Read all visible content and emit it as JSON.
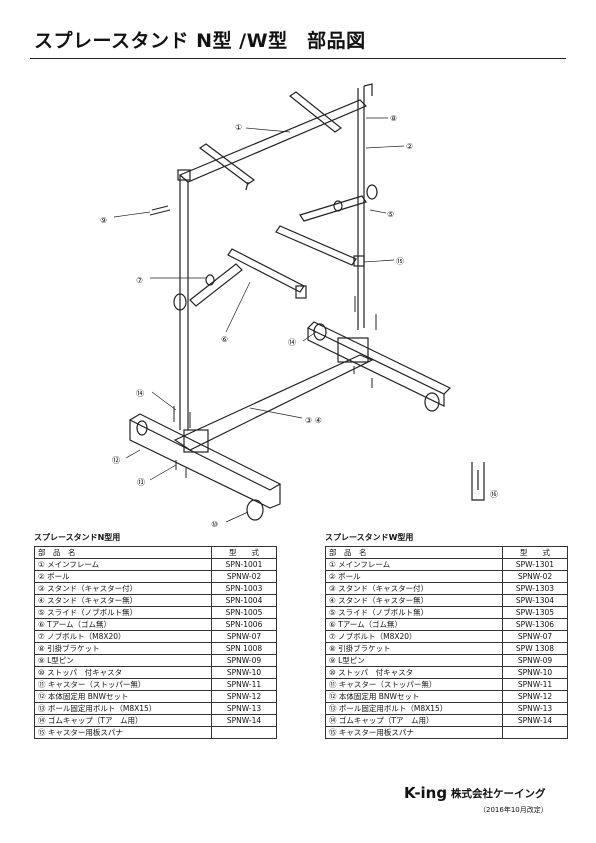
{
  "document": {
    "title": "スプレースタンド N型 /W型　部品図"
  },
  "drawing": {
    "callouts": [
      "①",
      "②",
      "③ ④",
      "⑤",
      "⑥",
      "⑦",
      "⑧",
      "⑨",
      "⑩",
      "⑪",
      "⑫",
      "⑬",
      "⑭",
      "⑮",
      "⑯"
    ]
  },
  "table_n": {
    "caption": "スプレースタンドN型用",
    "headers": [
      "部　品　名",
      "型　　式"
    ],
    "rows": [
      {
        "name": "① メインフレーム",
        "code": "SPN-1001"
      },
      {
        "name": "② ポール",
        "code": "SPNW-02"
      },
      {
        "name": "③ スタンド（キャスター付）",
        "code": "SPN-1003"
      },
      {
        "name": "④ スタンド（キャスター無）",
        "code": "SPN-1004"
      },
      {
        "name": "⑤ スライド（ノブボルト無）",
        "code": "SPN-1005"
      },
      {
        "name": "⑥ Tアーム（ゴム無）",
        "code": "SPN-1006"
      },
      {
        "name": "⑦ ノブボルト（M8X20）",
        "code": "SPNW-07"
      },
      {
        "name": "⑧ 引掛ブラケット",
        "code": "SPN 1008"
      },
      {
        "name": "⑨ L型ピン",
        "code": "SPNW-09"
      },
      {
        "name": "⑩ ストッパ　付キャスタ",
        "code": "SPNW-10"
      },
      {
        "name": "⑪ キャスター（ストッパー無）",
        "code": "SPNW-11"
      },
      {
        "name": "⑫ 本体固定用 BNWセット",
        "code": "SPNW-12"
      },
      {
        "name": "⑬ ボール固定用ボルト（M8X15）",
        "code": "SPNW-13"
      },
      {
        "name": "⑭ ゴムキャップ（Tア　ム用）",
        "code": "SPNW-14"
      },
      {
        "name": "⑮ キャスター用板スパナ",
        "code": ""
      }
    ]
  },
  "table_w": {
    "caption": "スプレースタンドW型用",
    "headers": [
      "部　品　名",
      "型　　式"
    ],
    "rows": [
      {
        "name": "① メインフレーム",
        "code": "SPW-1301"
      },
      {
        "name": "② ポール",
        "code": "SPNW-02"
      },
      {
        "name": "③ スタンド（キャスター付）",
        "code": "SPW-1303"
      },
      {
        "name": "④ スタンド（キャスター無）",
        "code": "SPW-1304"
      },
      {
        "name": "⑤ スライド（ノブボルト無）",
        "code": "SPW-1305"
      },
      {
        "name": "⑥ Tアーム（ゴム無）",
        "code": "SPW-1306"
      },
      {
        "name": "⑦ ノブボルト（M8X20）",
        "code": "SPNW-07"
      },
      {
        "name": "⑧ 引掛ブラケット",
        "code": "SPW 1308"
      },
      {
        "name": "⑨ L型ピン",
        "code": "SPNW-09"
      },
      {
        "name": "⑩ ストッパ　付キャスタ",
        "code": "SPNW-10"
      },
      {
        "name": "⑪ キャスター（ストッパー無）",
        "code": "SPNW-11"
      },
      {
        "name": "⑫ 本体固定用 BNWセット",
        "code": "SPNW-12"
      },
      {
        "name": "⑬ ポール固定用ボルト（M8X15）",
        "code": "SPNW-13"
      },
      {
        "name": "⑭ ゴムキャップ（Tア　ム用）",
        "code": "SPNW-14"
      },
      {
        "name": "⑮ キャスター用板スパナ",
        "code": ""
      }
    ]
  },
  "footer": {
    "logo": "K-ing",
    "company": "株式会社ケーイング",
    "date": "（2016年10月改定）"
  }
}
